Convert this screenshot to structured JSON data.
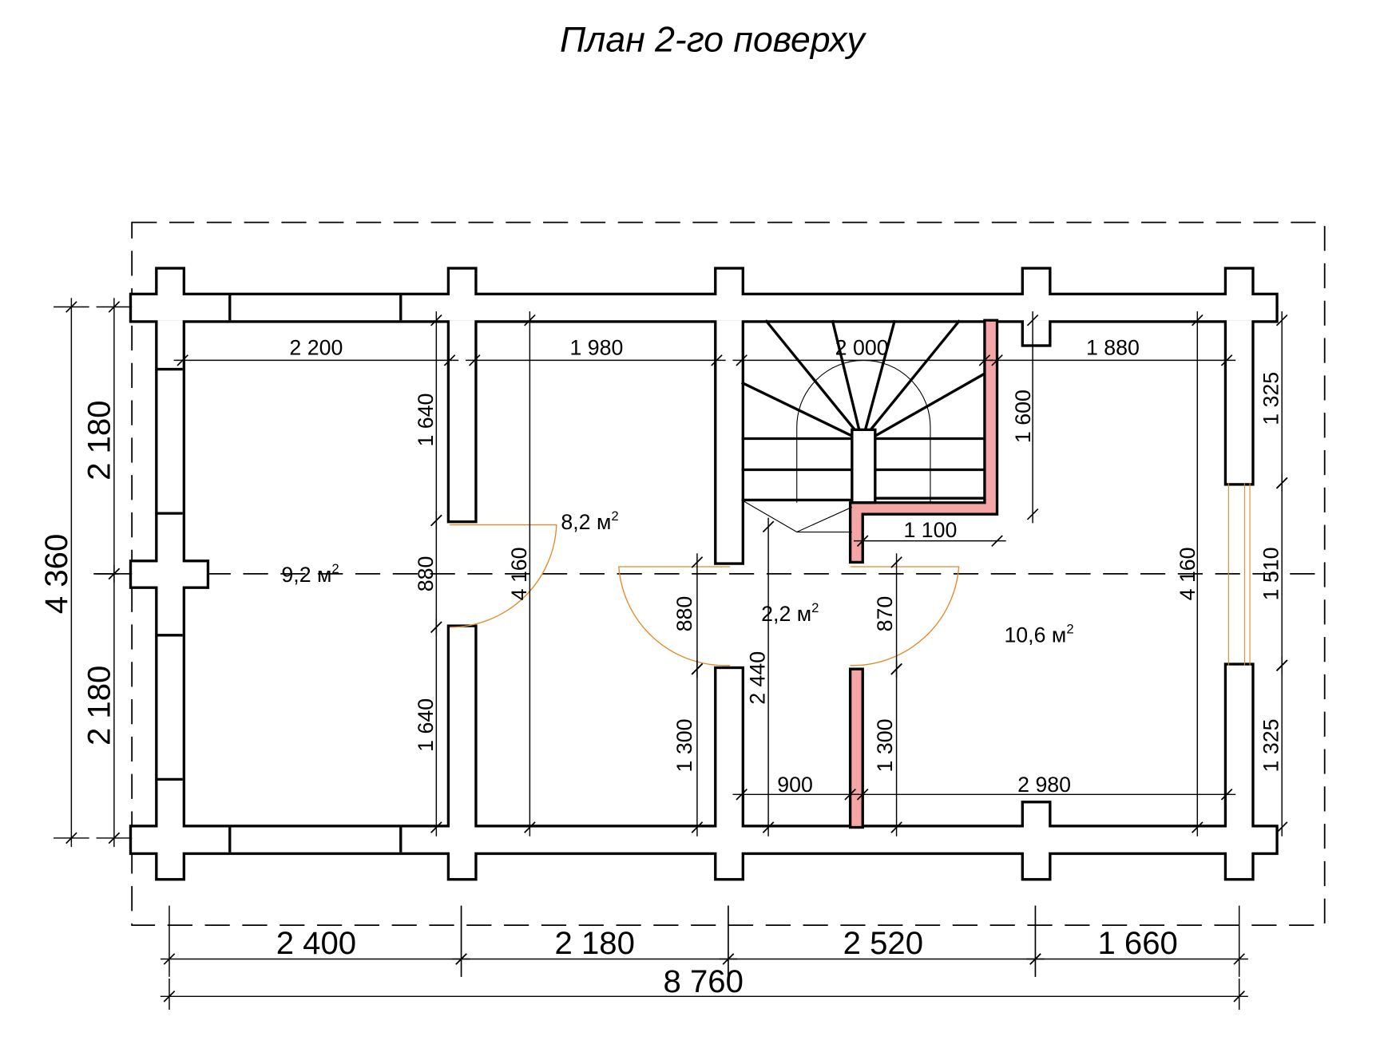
{
  "title": "План 2-го поверху",
  "colors": {
    "wall": "#000000",
    "partition_fill": "#f4a6a6",
    "door": "#e08a2a"
  },
  "areas": {
    "room_left": {
      "value": "9,2",
      "unit": "м",
      "exp": "2"
    },
    "room_mid": {
      "value": "8,2",
      "unit": "м",
      "exp": "2"
    },
    "hall": {
      "value": "2,2",
      "unit": "м",
      "exp": "2"
    },
    "room_right": {
      "value": "10,6",
      "unit": "м",
      "exp": "2"
    }
  },
  "dims": {
    "top_2200": "2 200",
    "top_1980": "1 980",
    "top_2000": "2 000",
    "top_1880": "1 880",
    "v_1640_a": "1 640",
    "v_880_a": "880",
    "v_4160_a": "4 160",
    "v_1640_b": "1 640",
    "v_880_b": "880",
    "v_1300_a": "1 300",
    "v_2440": "2 440",
    "v_870": "870",
    "v_1300_b": "1 300",
    "v_1600": "1 600",
    "v_4160_b": "4 160",
    "v_1325_a": "1 325",
    "v_1510": "1 510",
    "v_1325_b": "1 325",
    "left_2180_a": "2 180",
    "left_2180_b": "2 180",
    "left_4360": "4 360",
    "h_1100": "1 100",
    "h_900": "900",
    "h_2980": "2 980",
    "bot_2400": "2 400",
    "bot_2180": "2 180",
    "bot_2520": "2 520",
    "bot_1660": "1 660",
    "bot_8760": "8 760"
  }
}
